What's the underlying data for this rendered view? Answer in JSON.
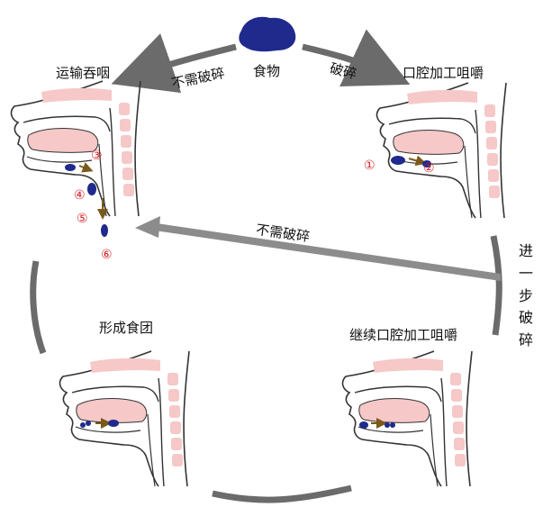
{
  "food_label": "食物",
  "cycle_labels": {
    "no_crush_top": "不需破碎",
    "crush": "破碎",
    "no_crush_arrow": "不需破碎",
    "further_crush": [
      "进",
      "一",
      "步",
      "破",
      "碎"
    ]
  },
  "stages": {
    "oral_processing": "口腔加工咀嚼",
    "transport_swallow": "运输吞咽",
    "bolus_formation": "形成食团",
    "continued_processing": "继续口腔加工咀嚼"
  },
  "step_markers": [
    "①",
    "②",
    "③",
    "④",
    "⑤",
    "⑥"
  ],
  "colors": {
    "cycle_arrow": "#6b6b6b",
    "shortcut_arrow": "#8c8c8c",
    "food": "#1f2a8c",
    "tissue": "#f6c8c8",
    "marker": "#d8232a",
    "motion_arrow": "#7a5a1a"
  }
}
